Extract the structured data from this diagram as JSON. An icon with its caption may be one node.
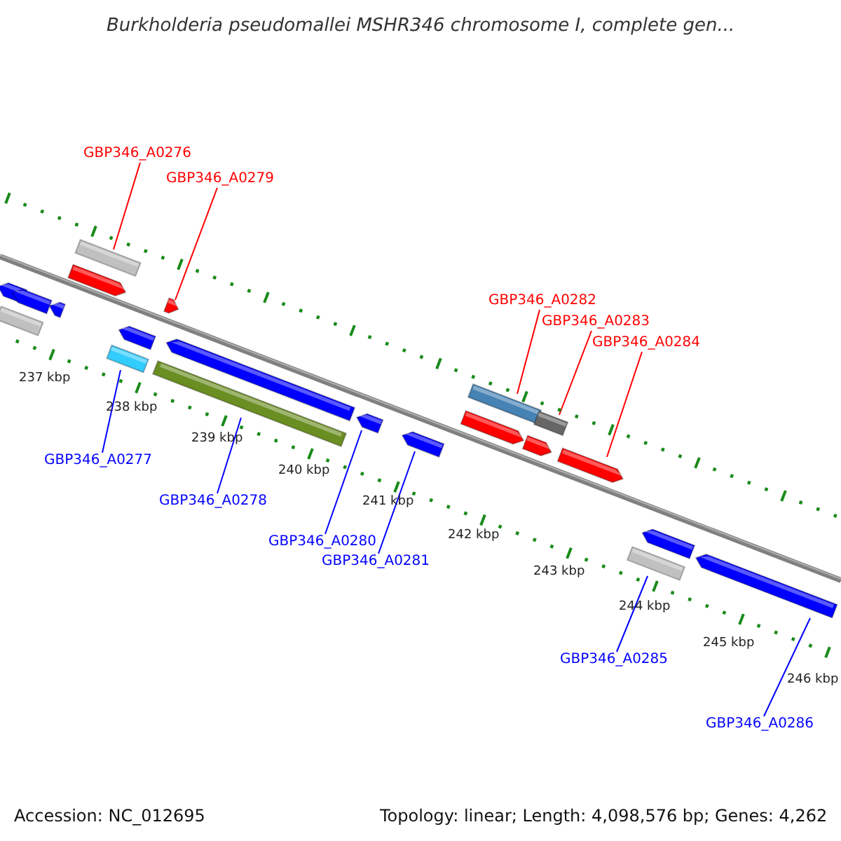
{
  "diagram": {
    "title": "Burkholderia pseudomallei MSHR346 chromosome I, complete gen...",
    "nodes": [
      {
        "text": [
          "GBP346_A0276"
        ]
      },
      {
        "text": [
          "GBP346_A0279"
        ]
      },
      {
        "text": [
          "GBP346_A0282"
        ]
      },
      {
        "text": [
          "GBP346_A0283"
        ]
      },
      {
        "text": [
          "GBP346_A0284"
        ]
      },
      {
        "text": [
          "GBP346_A0277"
        ]
      },
      {
        "text": [
          "GBP346_A0278"
        ]
      },
      {
        "text": [
          "GBP346_A0280"
        ]
      },
      {
        "text": [
          "GBP346_A0281"
        ]
      },
      {
        "text": [
          "GBP346_A0285"
        ]
      },
      {
        "text": [
          "GBP346_A0286"
        ]
      },
      {
        "text": [],
        "shape": "arrow"
      },
      {
        "text": [],
        "shape": "bar"
      },
      {
        "text": [],
        "shape": "arrow"
      },
      {
        "text": [],
        "shape": "arrow"
      },
      {
        "text": [],
        "shape": "arrow"
      },
      {
        "text": [],
        "shape": "bar"
      },
      {
        "text": [],
        "shape": "bar"
      },
      {
        "text": [],
        "shape": "arrow"
      },
      {
        "text": [],
        "shape": "arrow"
      },
      {
        "text": [],
        "shape": "bar"
      },
      {
        "text": [],
        "shape": "arrow"
      },
      {
        "text": [],
        "shape": "arrow"
      },
      {
        "text": [],
        "shape": "arrow"
      },
      {
        "text": [],
        "shape": "arrow"
      },
      {
        "text": [],
        "shape": "bar"
      },
      {
        "text": [],
        "shape": "arrow"
      },
      {
        "text": [],
        "shape": "bar"
      },
      {
        "text": [],
        "shape": "arrow"
      },
      {
        "text": [],
        "shape": "bar"
      },
      {
        "text": [],
        "shape": "arrow"
      },
      {
        "text": [],
        "shape": "arrow"
      }
    ],
    "edges": [
      {
        "from": 0,
        "to": 16,
        "arrow": "none",
        "color": "#ff0000"
      },
      {
        "from": 1,
        "to": 19,
        "arrow": "none",
        "color": "#ff0000"
      },
      {
        "from": 2,
        "to": 25,
        "arrow": "none",
        "color": "#ff0000"
      },
      {
        "from": 3,
        "to": 27,
        "arrow": "none",
        "color": "#ff0000"
      },
      {
        "from": 4,
        "to": 28,
        "arrow": "none",
        "color": "#ff0000"
      },
      {
        "from": 5,
        "to": 17,
        "arrow": "none"
      },
      {
        "from": 6,
        "to": 20,
        "arrow": "none"
      },
      {
        "from": 7,
        "to": 22,
        "arrow": "none"
      },
      {
        "from": 8,
        "to": 23,
        "arrow": "none"
      },
      {
        "from": 9,
        "to": 29,
        "arrow": "none"
      },
      {
        "from": 10,
        "to": 31,
        "arrow": "none"
      }
    ],
    "labels": [
      "237 kbp",
      "238 kbp",
      "239 kbp",
      "240 kbp",
      "241 kbp",
      "242 kbp",
      "243 kbp",
      "244 kbp",
      "245 kbp",
      "246 kbp",
      "Accession: NC_012695",
      "Topology: linear; Length: 4,098,576 bp; Genes: 4,262"
    ]
  }
}
